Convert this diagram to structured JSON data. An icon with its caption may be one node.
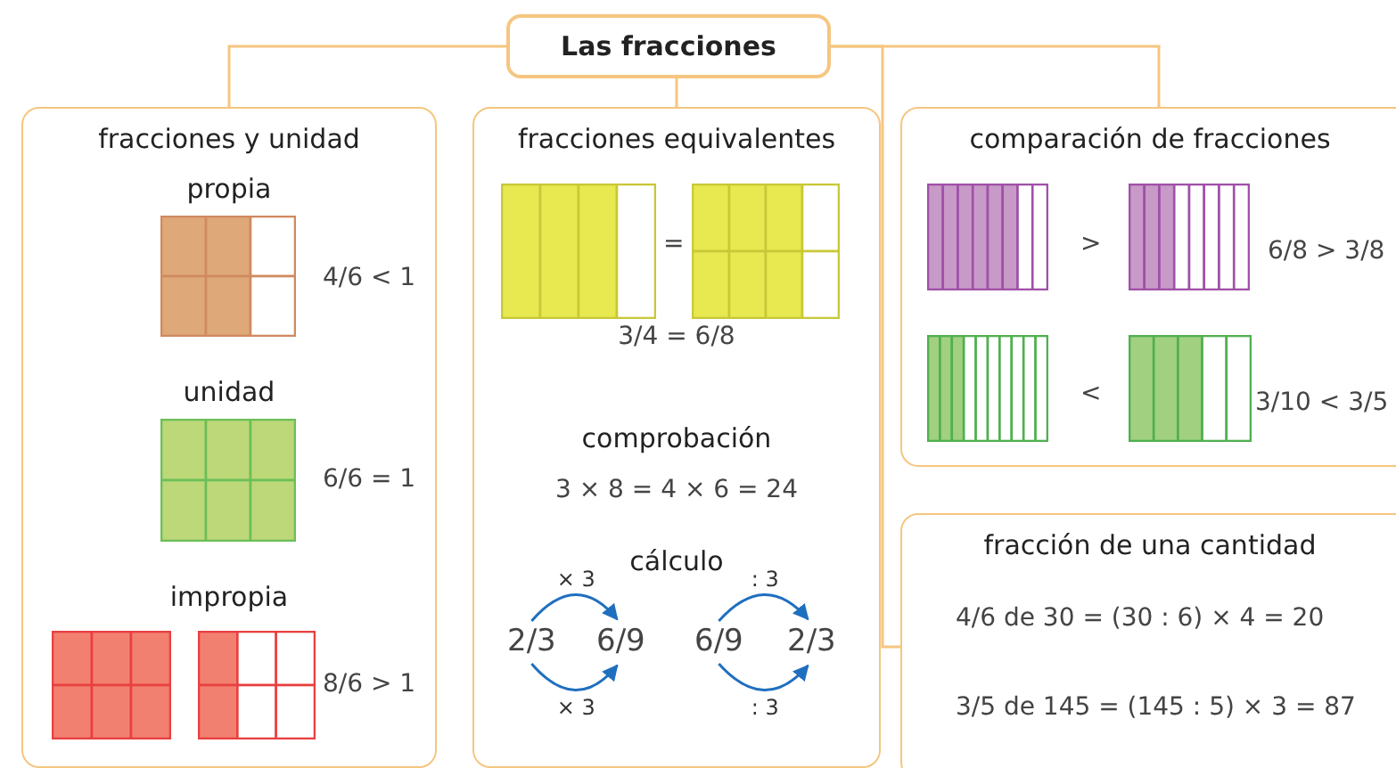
{
  "diagram": {
    "nodes": [
      {
        "text": [
          "Las fracciones"
        ]
      },
      {
        "text": [
          "fracciones y unidad",
          "propia",
          "4/6 < 1",
          "unidad",
          "6/6 = 1",
          "impropia",
          "8/6 > 1"
        ]
      },
      {
        "text": [
          "fracciones equivalentes",
          "=",
          "3/4 = 6/8",
          "comprobación",
          "3 × 8 = 4 × 6 = 24",
          "cálculo"
        ]
      },
      {
        "text": [
          "2/3"
        ],
        "in": 2
      },
      {
        "text": [
          "6/9"
        ],
        "in": 2
      },
      {
        "text": [
          "6/9"
        ],
        "in": 2
      },
      {
        "text": [
          "2/3"
        ],
        "in": 2
      },
      {
        "text": [
          "comparación de fracciones",
          ">",
          "6/8 > 3/8",
          "<",
          "3/10 < 3/5"
        ]
      },
      {
        "text": [
          "fracción de una cantidad",
          "4/6 de 30 = (30 : 6) × 4 = 20",
          "3/5 de 145 = (145 : 5) × 3 = 87"
        ]
      }
    ],
    "edges": [
      {
        "from": 0,
        "to": 1,
        "arrow": "none"
      },
      {
        "from": 0,
        "to": 2,
        "arrow": "none"
      },
      {
        "from": 0,
        "to": 7,
        "arrow": "none"
      },
      {
        "from": 0,
        "to": 8,
        "arrow": "none"
      },
      {
        "from": 3,
        "to": 4,
        "arrow": "to",
        "label": "× 3",
        "color": "#1f6fbf"
      },
      {
        "from": 3,
        "to": 4,
        "arrow": "to",
        "label": "× 3",
        "color": "#1f6fbf"
      },
      {
        "from": 5,
        "to": 6,
        "arrow": "to",
        "label": ": 3",
        "color": "#1f6fbf"
      },
      {
        "from": 5,
        "to": 6,
        "arrow": "to",
        "label": ": 3",
        "color": "#1f6fbf"
      }
    ]
  }
}
